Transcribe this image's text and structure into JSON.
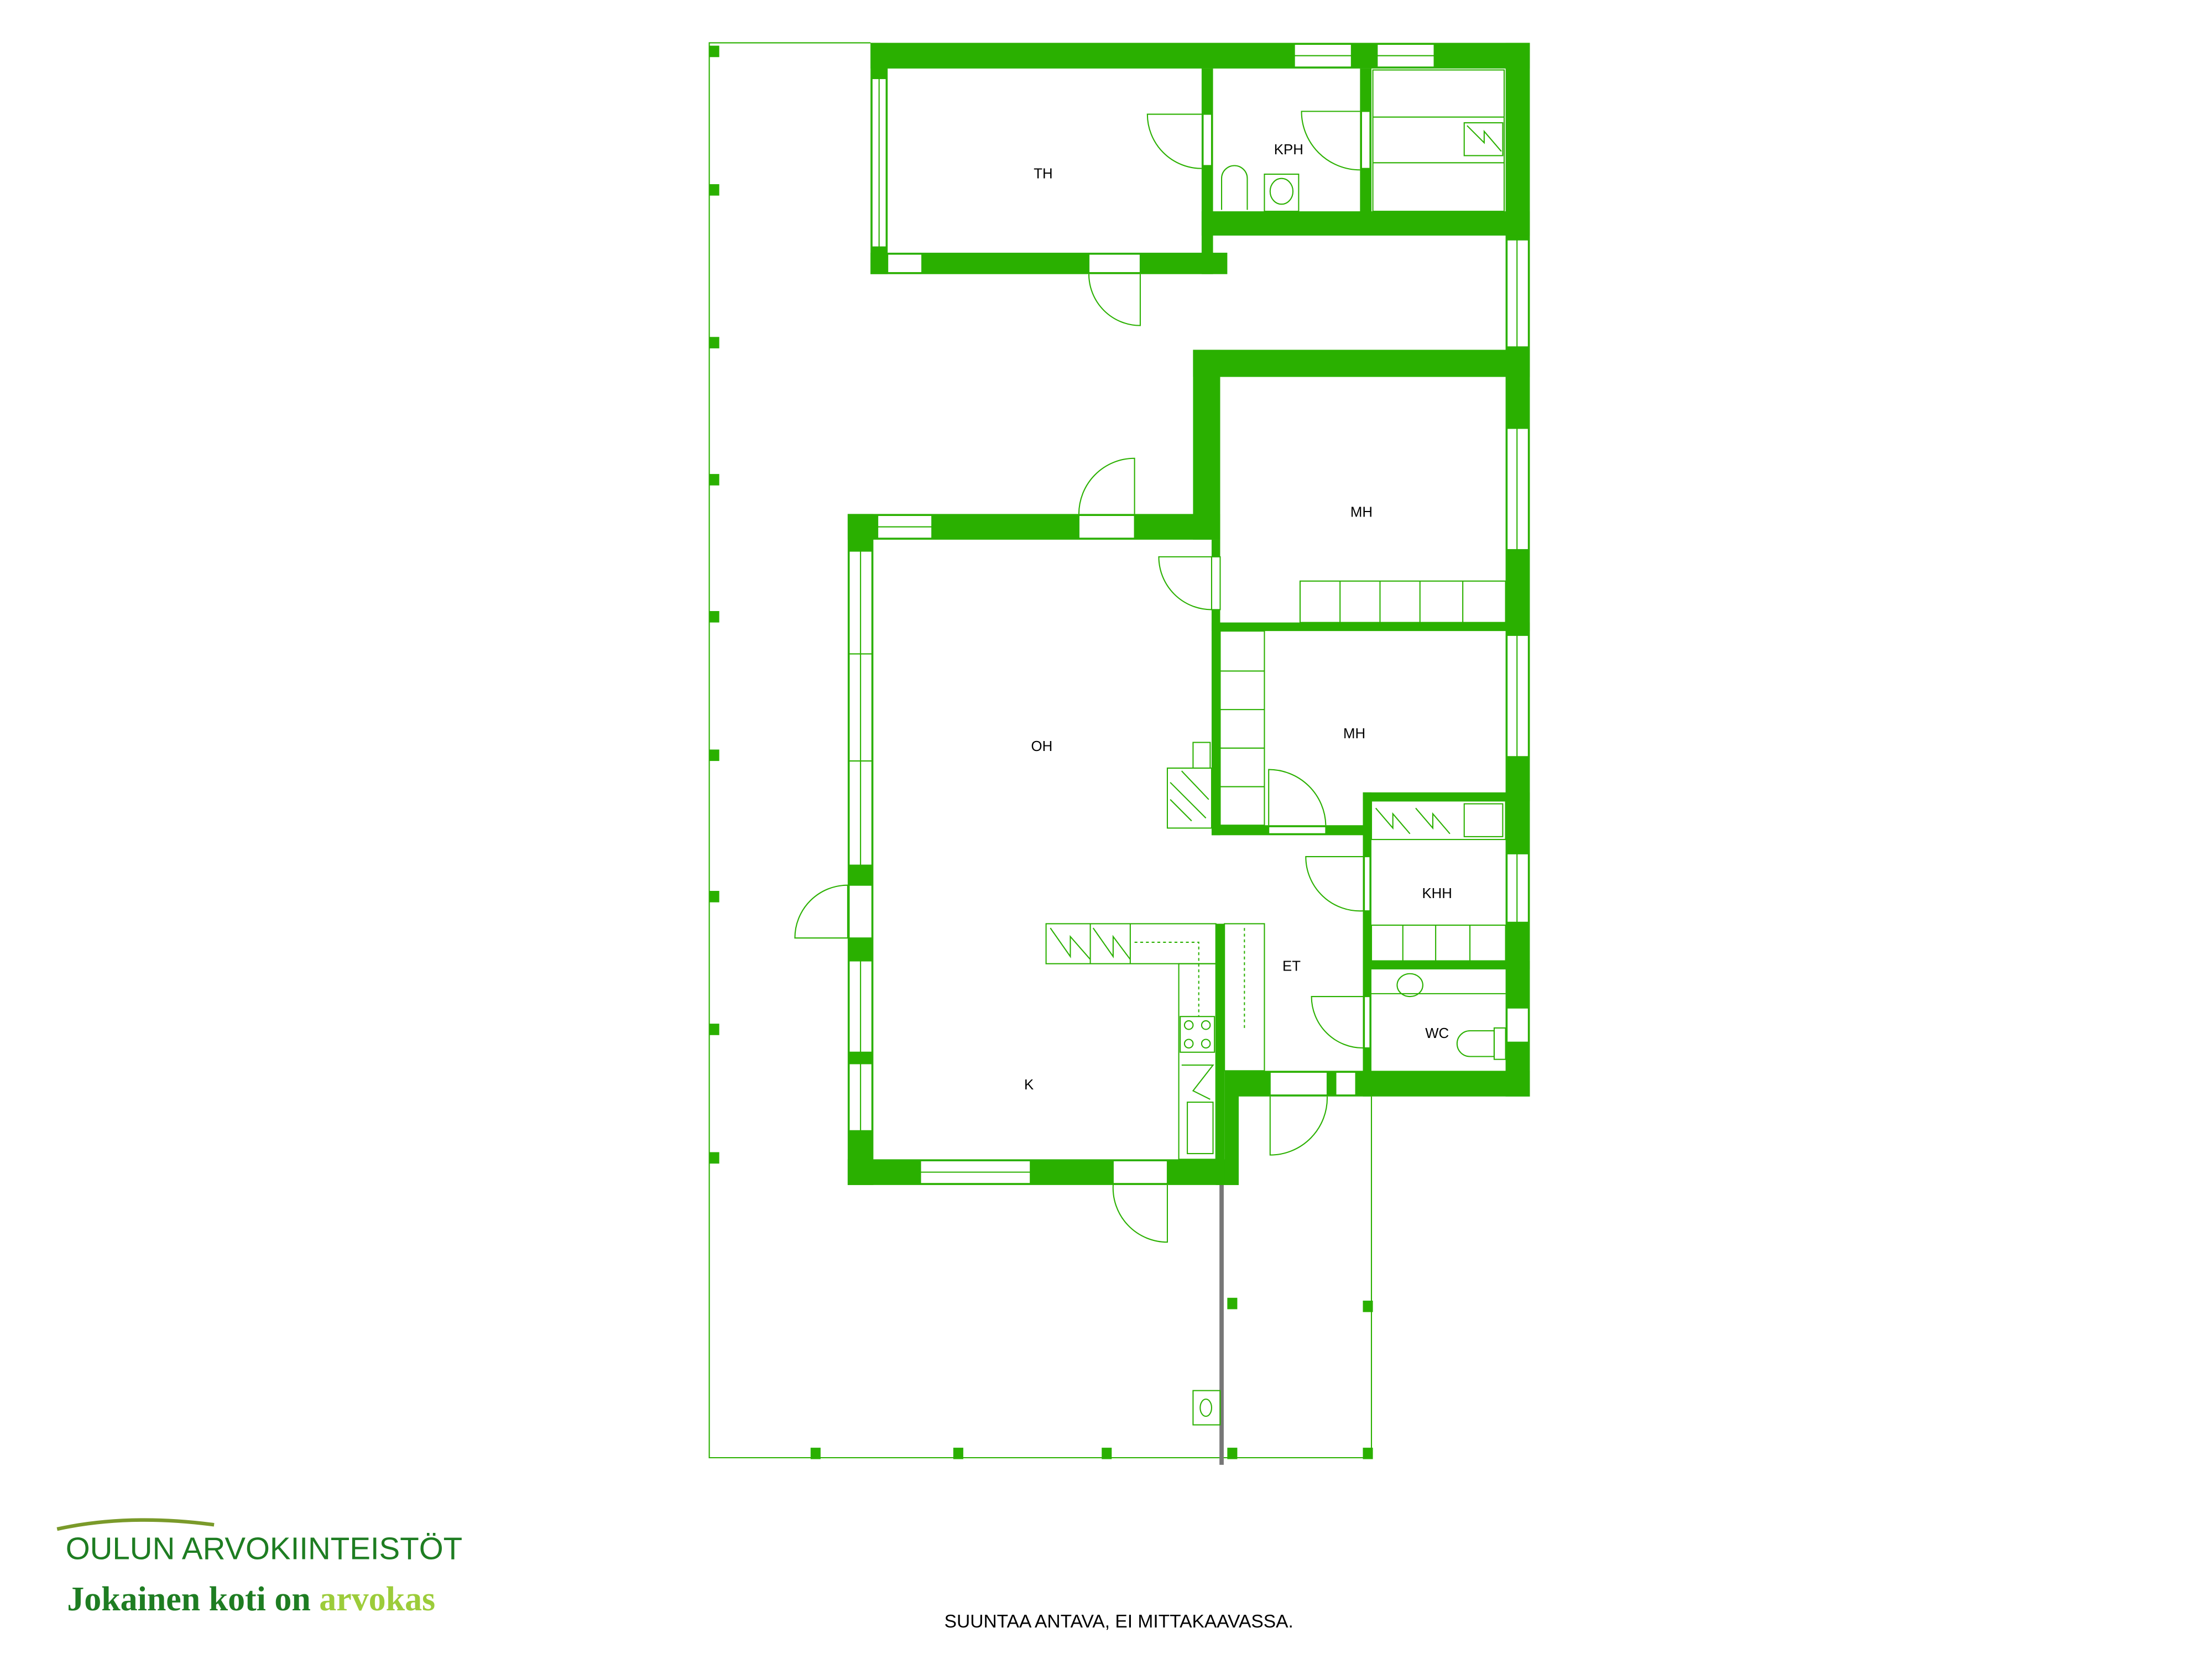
{
  "plan": {
    "rooms": [
      {
        "id": "th",
        "label": "TH"
      },
      {
        "id": "kph",
        "label": "KPH"
      },
      {
        "id": "mh1",
        "label": "MH"
      },
      {
        "id": "oh",
        "label": "OH"
      },
      {
        "id": "mh2",
        "label": "MH"
      },
      {
        "id": "khh",
        "label": "KHH"
      },
      {
        "id": "et",
        "label": "ET"
      },
      {
        "id": "wc",
        "label": "WC"
      },
      {
        "id": "k",
        "label": "K"
      }
    ],
    "caption": "SUUNTAA ANTAVA, EI MITTAKAAVASSA."
  },
  "logo": {
    "company": "OULUN ARVOKIINTEISTÖT",
    "slogan_part1": "Jokainen koti on",
    "slogan_part2": "arvokas"
  },
  "colors": {
    "wall": "#2ab000",
    "logo_dark": "#1e7d22",
    "logo_light": "#9ccc3a"
  }
}
